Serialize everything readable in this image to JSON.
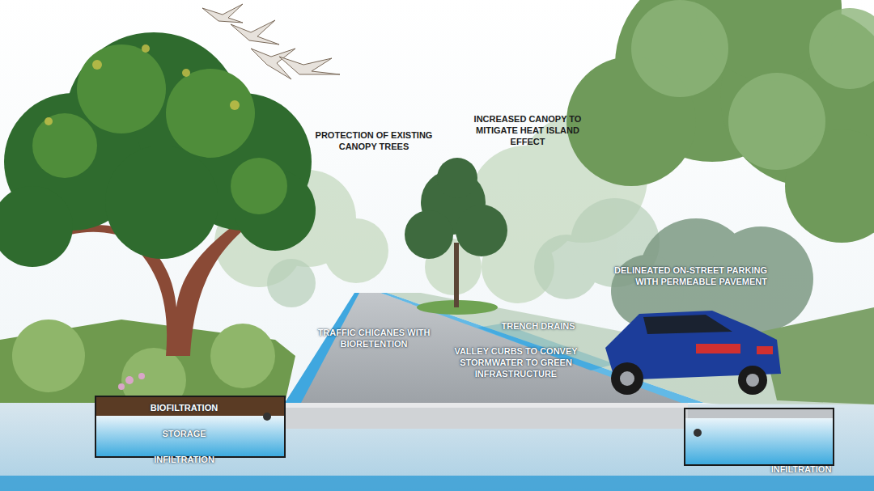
{
  "diagram": {
    "labels": [
      "PROTECTION OF EXISTING CANOPY TREES",
      "INCREASED CANOPY TO MITIGATE HEAT ISLAND EFFECT",
      "DELINEATED ON-STREET PARKING WITH PERMEABLE PAVEMENT",
      "TRAFFIC CHICANES WITH BIORETENTION",
      "TRENCH DRAINS",
      "VALLEY CURBS TO CONVEY STORMWATER TO GREEN INFRASTRUCTURE",
      "BIOFILTRATION",
      "STORAGE",
      "INFILTRATION",
      "INFILTRATION"
    ]
  }
}
